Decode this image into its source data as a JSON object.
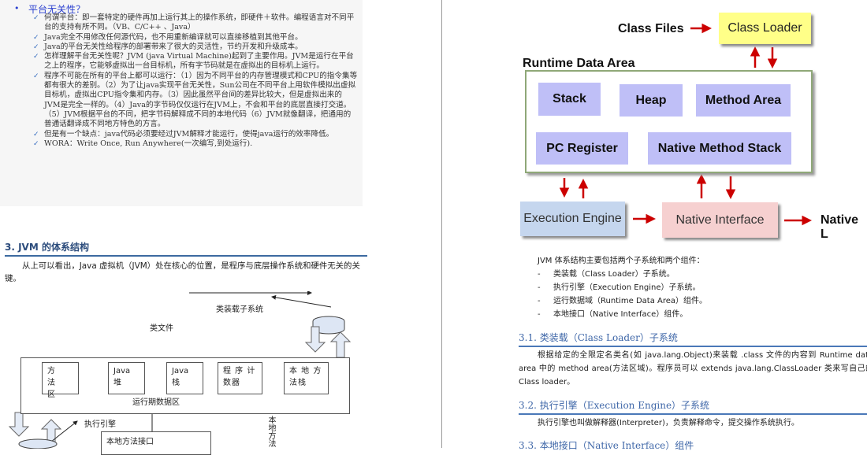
{
  "left_page": {
    "slide": {
      "bullet": "•",
      "title": "平台无关性？",
      "items": [
        "何谓平台：即一套特定的硬件再加上运行其上的操作系统，即硬件＋软件。编程语言对不同平台的支持有所不同。（VB、C/C++ 、Java）",
        "Java完全不用修改任何源代码，也不用重新编译就可以直接移植到其他平台。",
        "Java的平台无关性给程序的部署带来了很大的灵活性，节约开发和升级成本。",
        "怎样理解平台无关性呢？JVM (java Virtual Machine)起到了主要作用。JVM是运行在平台之上的程序，它能够虚拟出一台目标机，所有字节码就是在虚拟出的目标机上运行。",
        "程序不可能在所有的平台上都可以运行：（1）因为不同平台的内存管理模式和CPU的指令集等都有很大的差别。（2）为了让java实现平台无关性，Sun公司在不同平台上用软件模拟出虚拟目标机，虚拟出CPU指令集和内存。（3）因此虽然平台间的差异比较大，但是虚拟出来的JVM是完全一样的。（4）Java的字节码仅仅运行在JVM上，不会和平台的底层直接打交道。（5）JVM根据平台的不同，把字节码解释成不同的本地代码（6）JVM就像翻译，把通用的普通话翻译成不同地方特色的方言。",
        "但是有一个缺点：java代码必须要经过JVM解释才能运行，使得java运行的效率降低。",
        "WORA：Write Once, Run Anywhere(一次编写,到处运行)."
      ]
    },
    "section_heading": "3.   JVM 的体系结构",
    "paragraph": "从上可以看出，Java 虚拟机（JVM）处在核心的位置，是程序与底层操作系统和硬件无关的关键。",
    "diagram": {
      "class_loader_subsystem": "类装载子系统",
      "class_files": "类文件",
      "runtime_area": "运行期数据区",
      "cells": [
        [
          "方　法",
          "区"
        ],
        [
          "Java",
          "堆"
        ],
        [
          "Java",
          "栈"
        ],
        [
          "程 序 计",
          "数器"
        ],
        [
          "本 地 方",
          "法栈"
        ]
      ],
      "execution_engine": "执行引擎",
      "native_interface": "本地方法接口",
      "native_lib": "本地方法"
    }
  },
  "right_page": {
    "diagram": {
      "class_files": "Class Files",
      "class_loader": "Class Loader",
      "runtime_data_area": "Runtime Data Area",
      "stack": "Stack",
      "heap": "Heap",
      "method_area": "Method Area",
      "pc_register": "PC Register",
      "native_method_stack": "Native Method Stack",
      "execution_engine": "Execution Engine",
      "native_interface": "Native Interface",
      "native_libraries": "Native L",
      "colors": {
        "class_loader": "#ffff88",
        "area_box": "#bfbff7",
        "execution_engine": "#c5d6ee",
        "native_interface": "#f6d0d0",
        "arrow": "#cc0000",
        "border": "#8fa878"
      }
    },
    "intro": "JVM 体系结构主要包括两个子系统和两个组件：",
    "list": [
      "类装载（Class Loader）子系统。",
      "执行引擎（Execution Engine）子系统。",
      "运行数据域（Runtime Data Area）组件。",
      "本地接口（Native Interface）组件。"
    ],
    "list_marker": "-",
    "s31": "3.1.   类装载（Class Loader）子系统",
    "s31_text": "根据给定的全限定名类名(如 java.lang.Object)来装载 .class 文件的内容到 Runtime data area 中的 method area(方法区域)。程序员可以 extends java.lang.ClassLoader 类来写自己的 Class loader。",
    "s32": "3.2.   执行引擎（Execution Engine）子系统",
    "s32_text": "执行引擎也叫做解释器(Interpreter)，负责解释命令，提交操作系统执行。",
    "s33": "3.3.   本地接口（Native Interface）组件"
  }
}
